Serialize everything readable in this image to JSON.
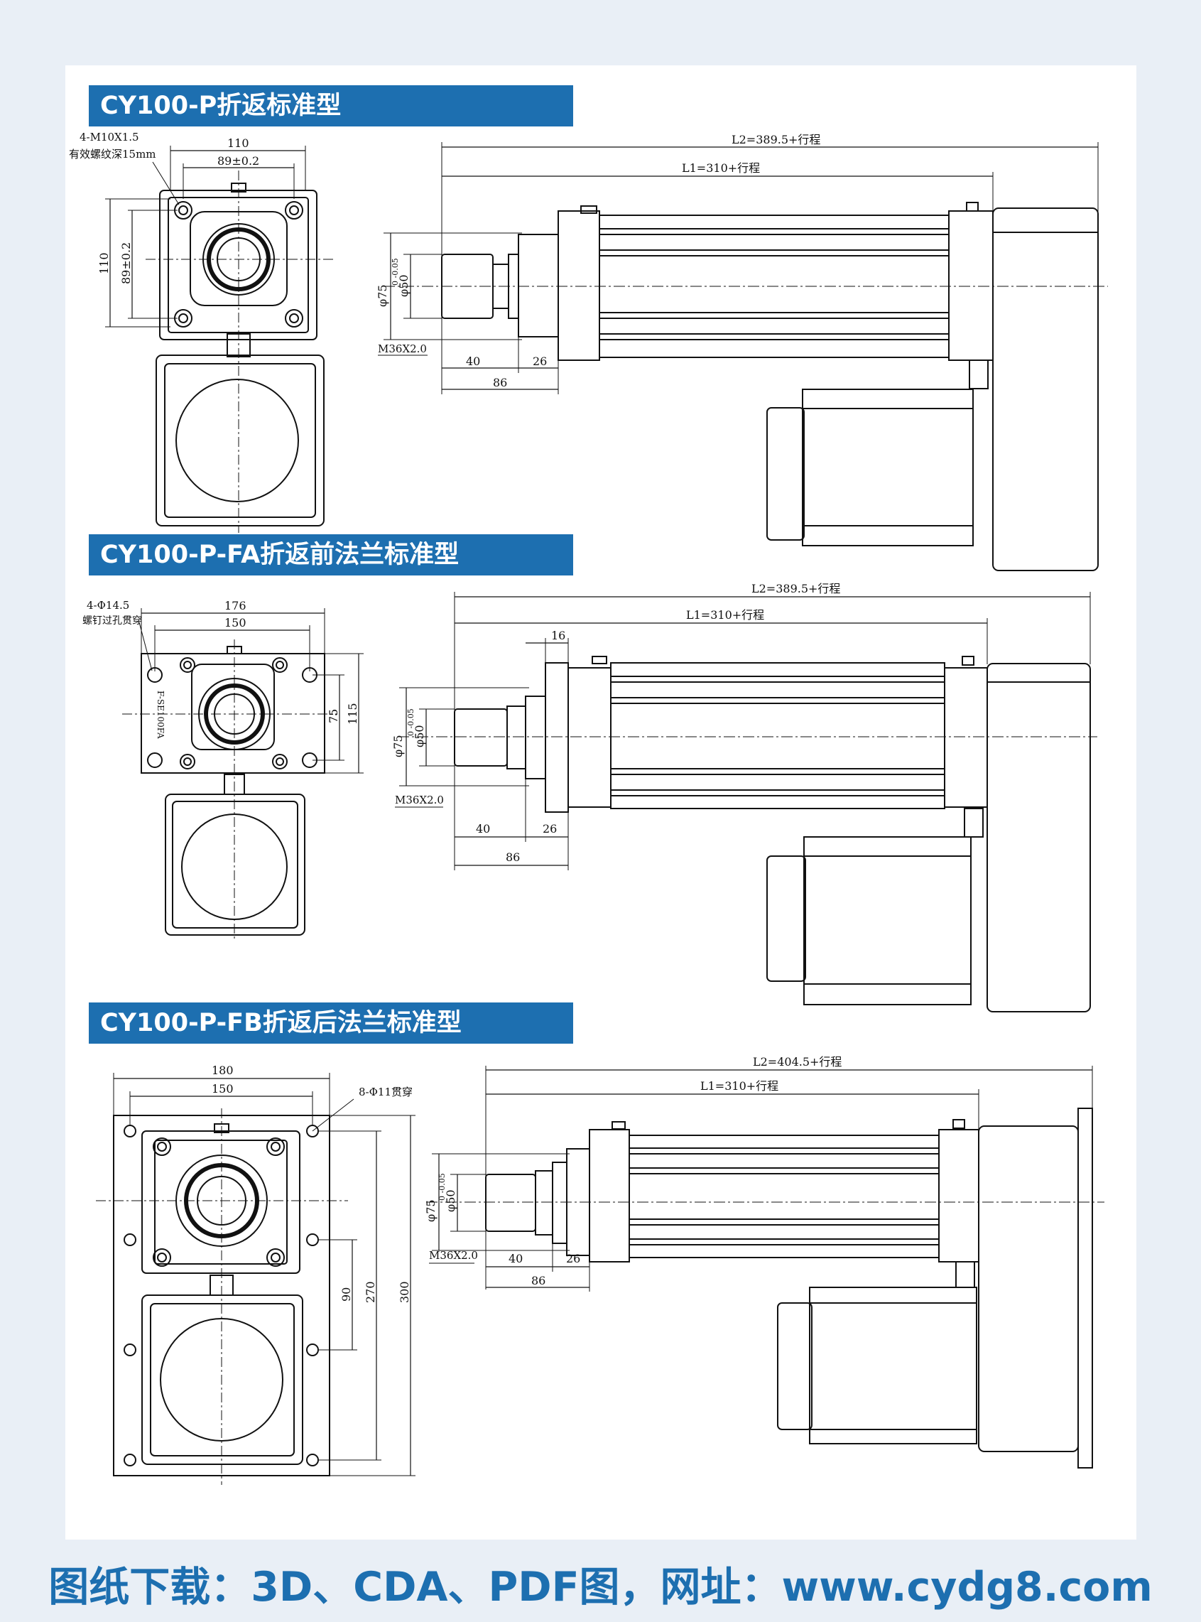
{
  "colors": {
    "banner": "#1d6fb0",
    "footer_text": "#1d6fb0",
    "page_bg": "#e9eff6",
    "line": "#111111"
  },
  "sections": [
    {
      "title": "CY100-P折返标准型",
      "side": {
        "note1": "4-M10X1.5",
        "note2": "有效螺纹深15mm",
        "w_outer": "110",
        "w_inner": "89±0.2",
        "h_outer": "110",
        "h_inner": "89±0.2"
      },
      "front": {
        "l2": "L2=389.5+行程",
        "l1": "L1=310+行程",
        "dia75": "φ75",
        "tol": "0 -0.05",
        "dia50": "φ50",
        "thread": "M36X2.0",
        "d40": "40",
        "d26": "26",
        "d86": "86"
      }
    },
    {
      "title": "CY100-P-FA折返前法兰标准型",
      "side": {
        "note1": "4-Φ14.5",
        "note2": "螺钉过孔贯穿",
        "w_outer": "176",
        "w_inner": "150",
        "h_inner": "75",
        "h_outer": "115",
        "plate": "F-SE100FA"
      },
      "front": {
        "l2": "L2=389.5+行程",
        "l1": "L1=310+行程",
        "d16": "16",
        "dia75": "φ75",
        "tol": "0 -0.05",
        "dia50": "φ50",
        "thread": "M36X2.0",
        "d40": "40",
        "d26": "26",
        "d86": "86"
      }
    },
    {
      "title": "CY100-P-FB折返后法兰标准型",
      "side": {
        "w_outer": "180",
        "w_inner": "150",
        "note1": "8-Φ11贯穿",
        "h90": "90",
        "h270": "270",
        "h300": "300"
      },
      "front": {
        "l2": "L2=404.5+行程",
        "l1": "L1=310+行程",
        "dia75": "φ75",
        "tol": "0 -0.05",
        "dia50": "φ50",
        "thread": "M36X2.0",
        "d40": "40",
        "d26": "26",
        "d86": "86"
      }
    }
  ],
  "footer": {
    "text": "图纸下载：3D、CDA、PDF图，网址：www.cydg8.com"
  }
}
